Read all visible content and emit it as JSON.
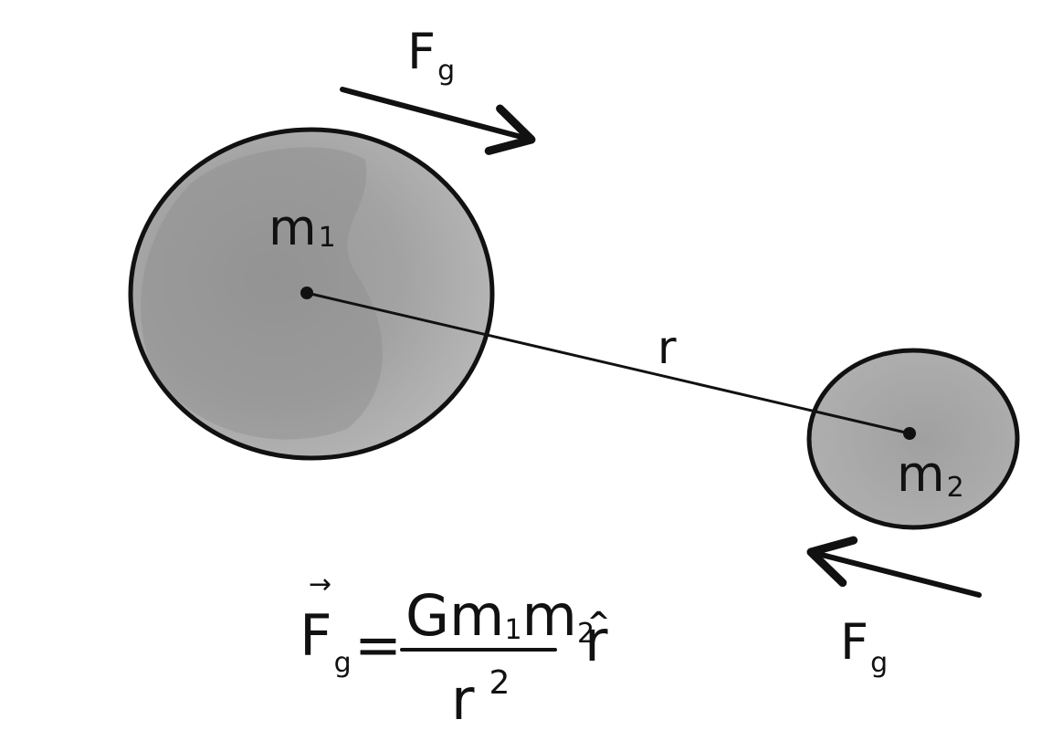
{
  "colors": {
    "ink": "#111111",
    "body_fill_light": "#b3b3b3",
    "body_fill_dark": "#9c9c9c",
    "background": "#ffffff"
  },
  "mass1": {
    "symbol": "m",
    "subscript": "1"
  },
  "mass2": {
    "symbol": "m",
    "subscript": "2"
  },
  "distance_label": "r",
  "force_top": {
    "symbol": "F",
    "subscript": "g",
    "icon": "arrow-right-icon"
  },
  "force_bottom": {
    "symbol": "F",
    "subscript": "g",
    "icon": "arrow-left-icon"
  },
  "equation": {
    "lhs_symbol": "F",
    "lhs_subscript": "g",
    "lhs_vector_mark": "→",
    "equals": "=",
    "numerator_G": "G",
    "numerator_m1": "m",
    "numerator_m1_sub": "1",
    "numerator_m2": "m",
    "numerator_m2_sub": "2",
    "denominator_base": "r",
    "denominator_exponent": "2",
    "unit_vector_symbol": "r",
    "unit_vector_hat": "^"
  }
}
